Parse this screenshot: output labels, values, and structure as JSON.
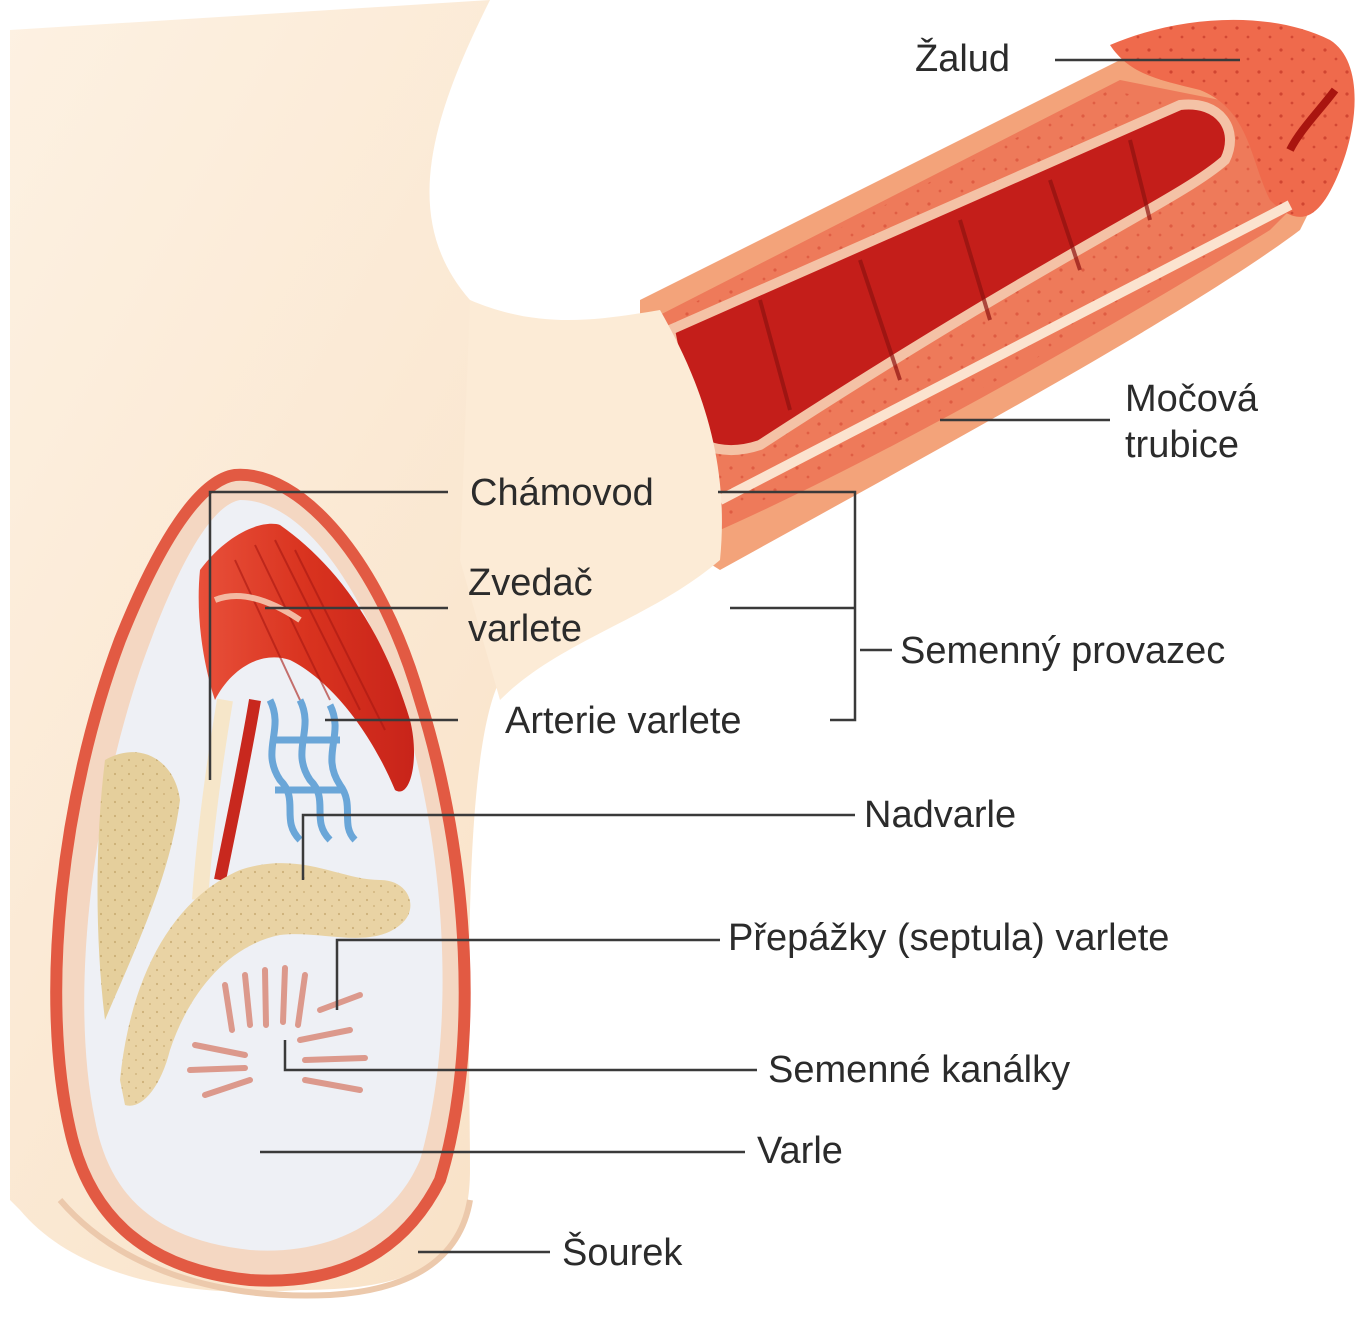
{
  "labels": {
    "zalud": "Žalud",
    "mocova_1": "Močová",
    "mocova_2": "trubice",
    "chamovod": "Chámovod",
    "zvedac_1": "Zvedač",
    "zvedac_2": "varlete",
    "semenny_provazec": "Semenný provazec",
    "arterie": "Arterie varlete",
    "nadvarle": "Nadvarle",
    "prepazky": "Přepážky (septula) varlete",
    "kanalky": "Semenné kanálky",
    "varle": "Varle",
    "sourek": "Šourek"
  },
  "colors": {
    "skin": "#fcebd6",
    "tissue": "#e8432f",
    "deep_red": "#c41e1a",
    "vein_blue": "#6aa6d8",
    "epididymis": "#e9d3a4",
    "leader": "#3a3a3a"
  }
}
